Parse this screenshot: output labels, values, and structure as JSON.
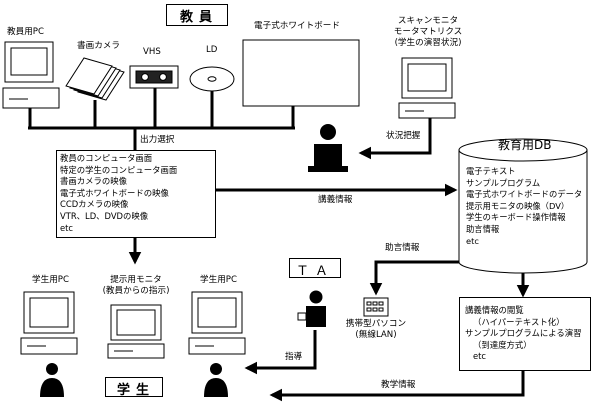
{
  "teacher_title": "教員",
  "ta_title": "ＴＡ",
  "student_title": "学生",
  "devices": {
    "teacher_pc": "教員用PC",
    "document_camera": "書画カメラ",
    "vhs": "VHS",
    "ld": "LD",
    "whiteboard": "電子式ホワイトボード",
    "scan_monitor": [
      "スキャンモニタ",
      "モータマトリクス",
      "(学生の演習状況)"
    ],
    "student_pc_left": "学生用PC",
    "presentation_monitor": [
      "提示用モニタ",
      "(教員からの指示)"
    ],
    "student_pc_right": "学生用PC",
    "mobile_pc": [
      "携帯型パソコン",
      "(無線LAN)"
    ]
  },
  "flows": {
    "output_select": "出力選択",
    "status_grasp": "状況把握",
    "lecture_info": "講義情報",
    "advice_info": "助言情報",
    "guidance": "指導",
    "teaching_info": "教学情報"
  },
  "output_list": [
    "教員のコンピュータ画面",
    "特定の学生のコンピュータ画面",
    "書画カメラの映像",
    "電子式ホワイトボードの映像",
    "CCDカメラの映像",
    "VTR、LD、DVDの映像",
    "etc"
  ],
  "db": {
    "title": "教育用DB",
    "items": [
      "電子テキスト",
      "サンプルプログラム",
      "電子式ホワイトボードのデータ",
      "提示用モニタの映像（DV）",
      "学生のキーボード操作情報",
      "助言情報",
      "etc"
    ]
  },
  "browse_list": [
    "講義情報の閲覧",
    "（ハイパーテキスト化）",
    "サンプルプログラムによる演習",
    "（到達度方式）",
    "etc"
  ]
}
